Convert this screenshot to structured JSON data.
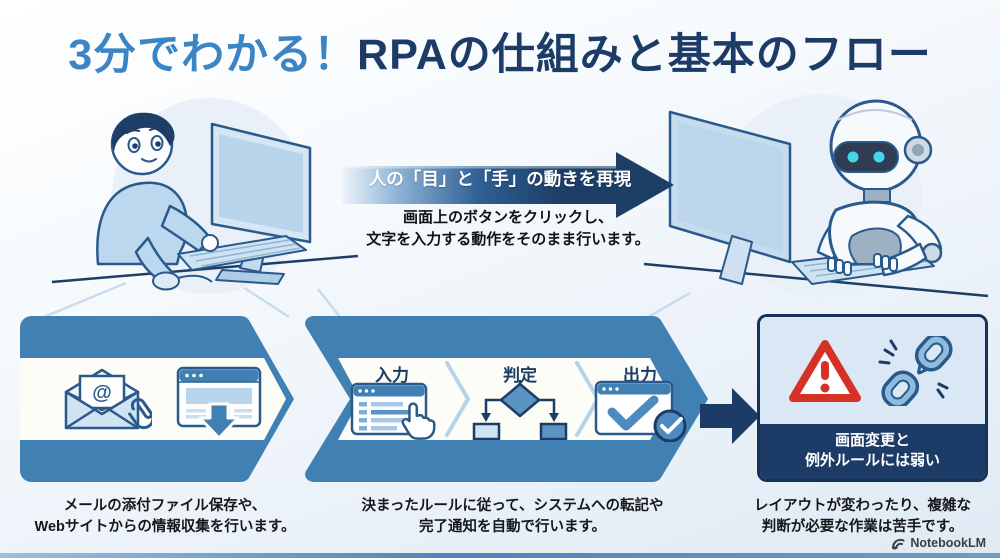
{
  "title": {
    "highlight": "3分でわかる！",
    "main": "RPAの仕組みと基本のフロー"
  },
  "banner": {
    "text": "人の「目」と「手」の動きを再現",
    "description_line1": "画面上のボタンをクリックし、",
    "description_line2": "文字を入力する動作をそのまま行います。"
  },
  "illustrations": {
    "left_icon": "human-at-computer-illustration",
    "right_icon": "robot-at-computer-illustration"
  },
  "panels": {
    "examples": {
      "icons": [
        "email-attachment-icon",
        "website-download-icon"
      ],
      "caption_line1": "メールの添付ファイル保存や、",
      "caption_line2": "Webサイトからの情報収集を行います。"
    },
    "flow": {
      "steps": [
        {
          "label": "入力",
          "icon": "form-click-icon"
        },
        {
          "label": "判定",
          "icon": "decision-branch-icon"
        },
        {
          "label": "出力",
          "icon": "output-check-icon"
        }
      ],
      "caption_line1": "決まったルールに従って、システムへの転記や",
      "caption_line2": "完了通知を自動で行います。"
    },
    "weakness": {
      "icons": [
        "warning-triangle-icon",
        "broken-chain-icon"
      ],
      "label_line1": "画面変更と",
      "label_line2": "例外ルールには弱い",
      "caption_line1": "レイアウトが変わったり、複雑な",
      "caption_line2": "判断が必要な作業は苦手です。"
    }
  },
  "watermark": "NotebookLM",
  "colors": {
    "title_highlight": "#3b85c4",
    "title_main": "#1c3b66",
    "panel_blue": "#4080b2",
    "dark_navy": "#1d3e66",
    "light_blue_fill": "#d9e8f4",
    "warning_red": "#d63126",
    "robot_eye_cyan": "#41d6ea",
    "outline_blue": "#2a5a8c"
  }
}
